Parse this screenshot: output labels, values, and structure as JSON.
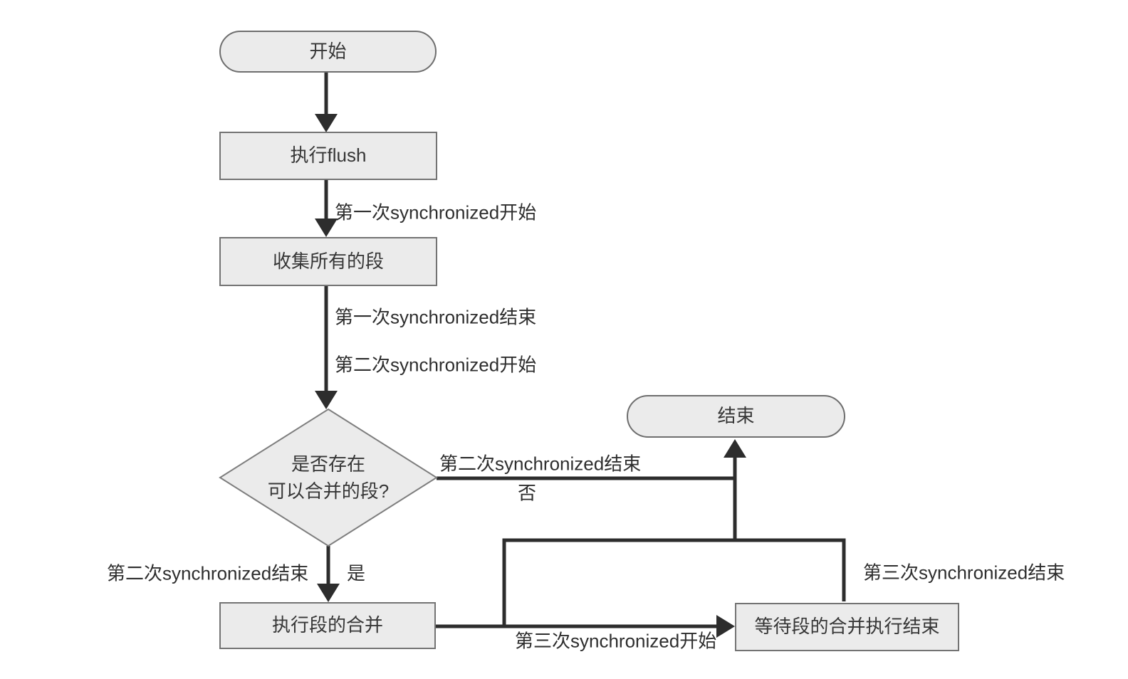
{
  "diagram_title": "segment merge flush flowchart",
  "colors": {
    "background": "#ffffff",
    "node_fill": "#ebebeb",
    "node_border": "#737373",
    "connector": "#2d2d2d",
    "text": "#363636"
  },
  "nodes": {
    "start": {
      "type": "terminator",
      "label": "开始"
    },
    "flush": {
      "type": "process",
      "label": "执行flush"
    },
    "collect": {
      "type": "process",
      "label": "收集所有的段"
    },
    "decision": {
      "type": "decision",
      "line1": "是否存在",
      "line2": "可以合并的段?"
    },
    "merge": {
      "type": "process",
      "label": "执行段的合并"
    },
    "wait": {
      "type": "process",
      "label": "等待段的合并执行结束"
    },
    "end": {
      "type": "terminator",
      "label": "结束"
    }
  },
  "edge_labels": {
    "sync1_start": "第一次synchronized开始",
    "sync1_end": "第一次synchronized结束",
    "sync2_start": "第二次synchronized开始",
    "sync2_end_no": "第二次synchronized结束",
    "no": "否",
    "sync2_end_yes": "第二次synchronized结束",
    "yes": "是",
    "sync3_start": "第三次synchronized开始",
    "sync3_end": "第三次synchronized结束"
  }
}
